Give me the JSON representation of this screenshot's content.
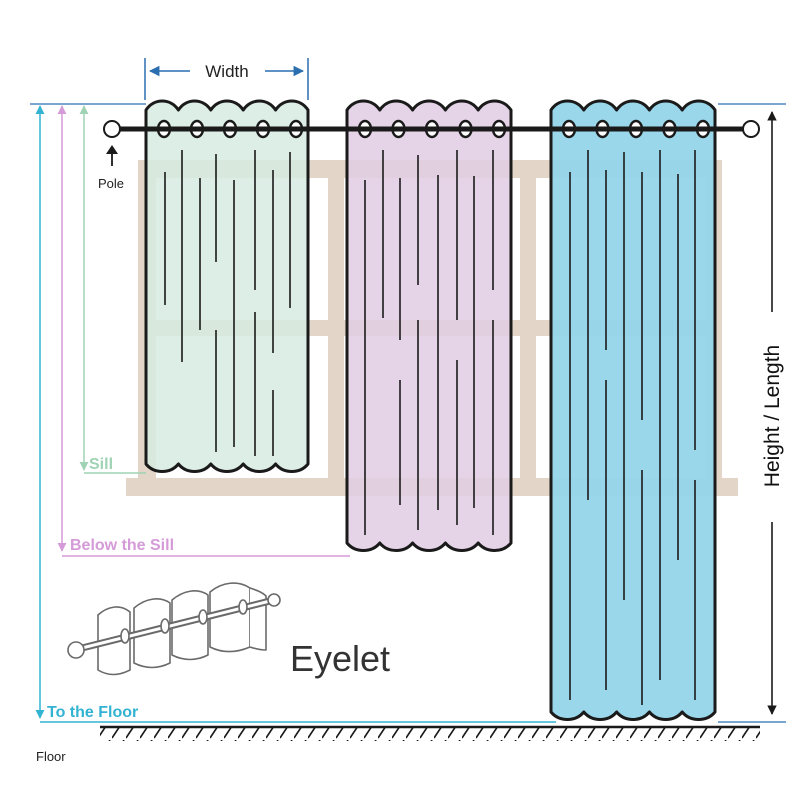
{
  "labels": {
    "width": "Width",
    "pole": "Pole",
    "sill": "Sill",
    "below_sill": "Below the Sill",
    "to_floor": "To the Floor",
    "floor": "Floor",
    "eyelet": "Eyelet",
    "height_length": "Height / Length"
  },
  "colors": {
    "sill_curtain": "#d6ebe0",
    "below_sill_curtain": "#e0cce3",
    "floor_curtain": "#95d5ea",
    "window_frame": "#e3d6c8",
    "sill_line": "#9fd3b3",
    "below_sill_line": "#d59ad8",
    "floor_line": "#33b3d3",
    "width_arrow": "#2a6fb0",
    "outline": "#1a1a1a"
  }
}
